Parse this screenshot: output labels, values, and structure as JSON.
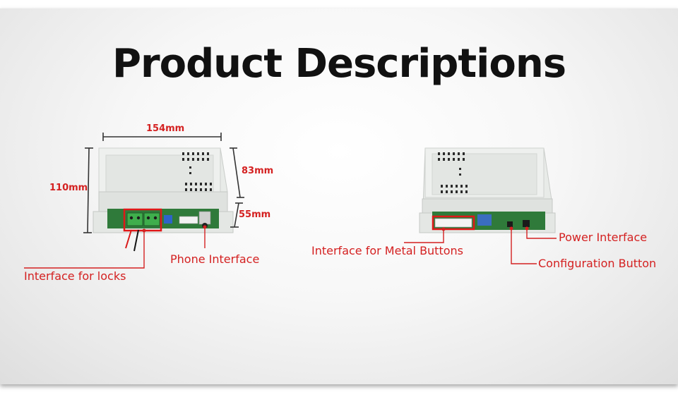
{
  "title": "Product Descriptions",
  "dimensions": {
    "width": "154mm",
    "height": "110mm",
    "upper_depth": "83mm",
    "lower_depth": "55mm"
  },
  "callouts": {
    "locks": "Interface for locks",
    "phone": "Phone Interface",
    "metal_buttons": "Interface for Metal Buttons",
    "power": "Power Interface",
    "configuration": "Configuration Button"
  },
  "colors": {
    "callout_text": "#d42121",
    "dimension_text": "#d42121",
    "title_text": "#111111",
    "highlight_box": "#e01818",
    "enclosure": "#e6e9e6"
  },
  "icons": {
    "left_product": "din-rail-controller-photo",
    "right_product": "din-rail-controller-photo"
  }
}
